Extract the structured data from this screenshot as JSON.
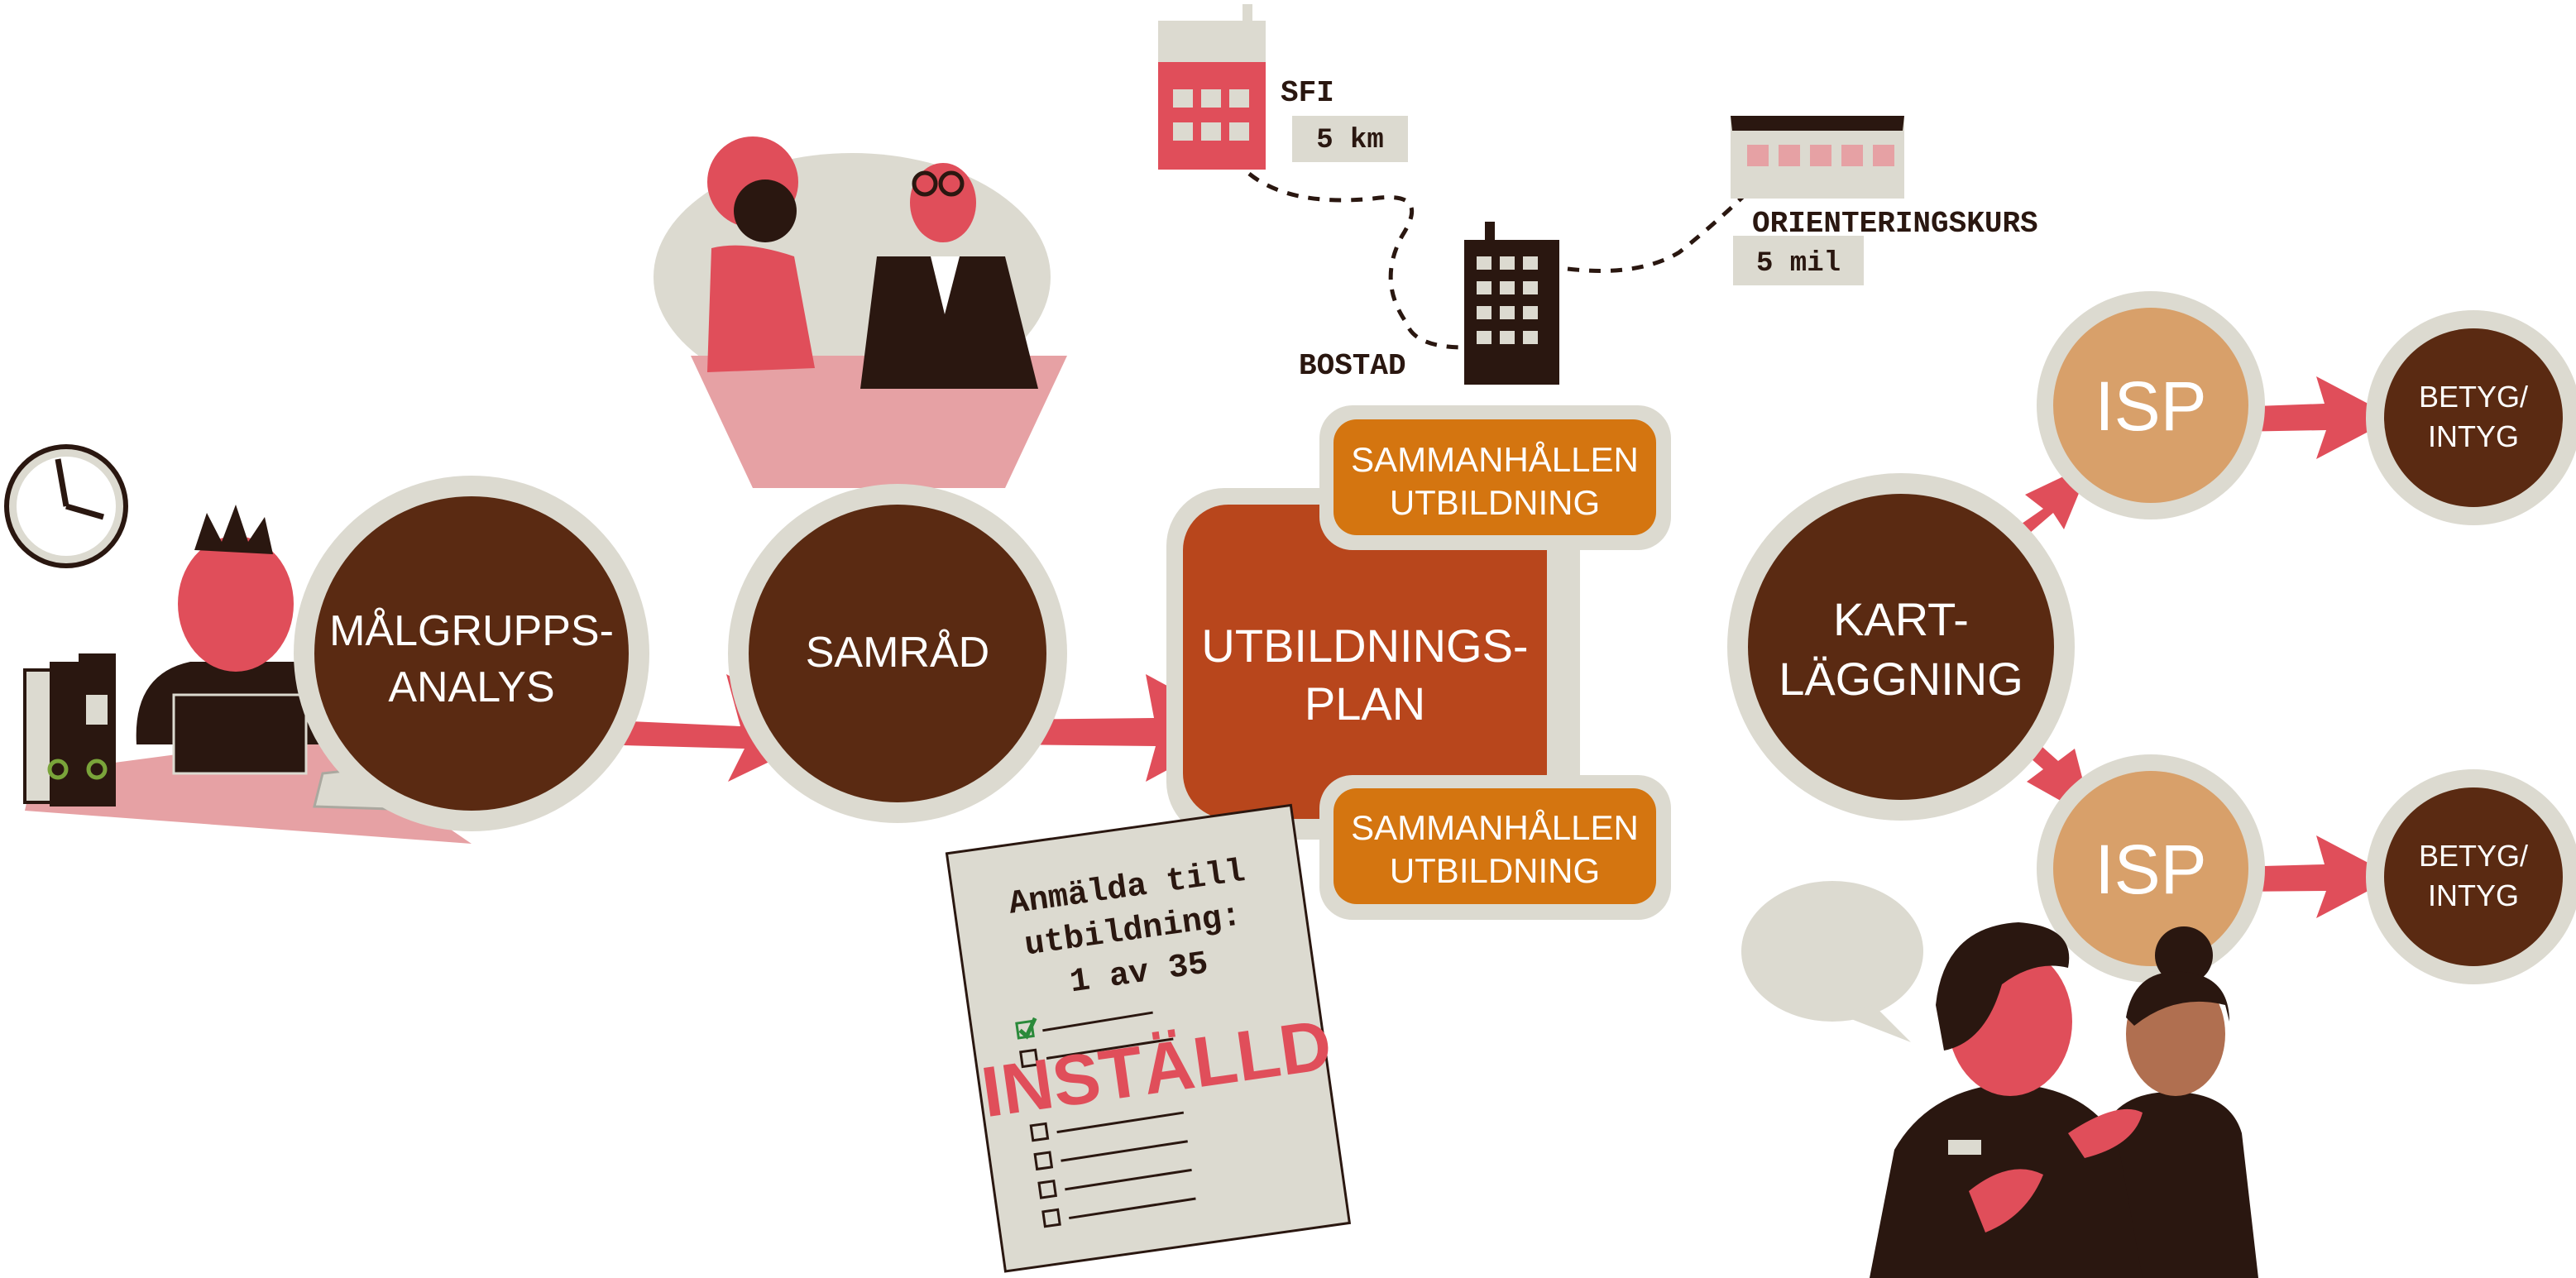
{
  "colors": {
    "dark_brown": "#5a2a12",
    "rust": "#b8461c",
    "orange": "#d47510",
    "tan": "#d8a06a",
    "pink": "#e04e5a",
    "light_pink": "#e6a1a4",
    "beige": "#dcdad0",
    "ink": "#2a1710"
  },
  "process": {
    "malgrupp": {
      "line1": "MÅLGRUPPS-",
      "line2": "ANALYS"
    },
    "samrad": {
      "label": "SAMRÅD"
    },
    "utbildningsplan": {
      "line1": "UTBILDNINGS-",
      "line2": "PLAN"
    },
    "sammanhallen_top": {
      "line1": "SAMMANHÅLLEN",
      "line2": "UTBILDNING"
    },
    "sammanhallen_bottom": {
      "line1": "SAMMANHÅLLEN",
      "line2": "UTBILDNING"
    },
    "kartlaggning": {
      "line1": "KART-",
      "line2": "LÄGGNING"
    },
    "isp_top": {
      "label": "ISP"
    },
    "isp_bottom": {
      "label": "ISP"
    },
    "betyg_top": {
      "line1": "BETYG/",
      "line2": "INTYG"
    },
    "betyg_bottom": {
      "line1": "BETYG/",
      "line2": "INTYG"
    }
  },
  "map": {
    "sfi": {
      "name": "SFI",
      "distance": "5 km"
    },
    "orientering": {
      "name": "ORIENTERINGSKURS",
      "distance": "5 mil"
    },
    "bostad": {
      "name": "BOSTAD"
    }
  },
  "notice": {
    "line1": "Anmälda till",
    "line2": "utbildning:",
    "line3": "1 av 35",
    "stamp": "INSTÄLLD"
  }
}
